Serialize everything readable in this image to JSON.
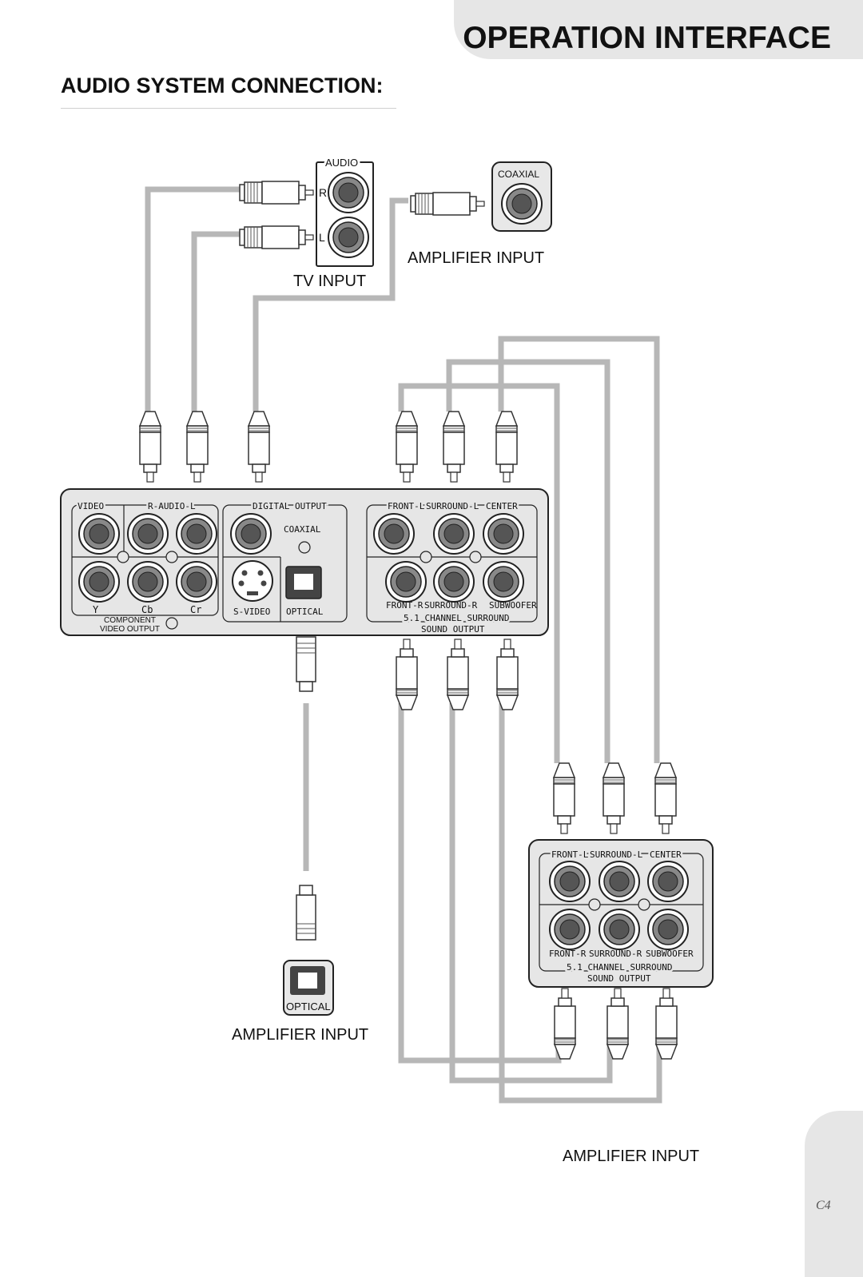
{
  "header": {
    "title": "OPERATION INTERFACE"
  },
  "section": {
    "title": "AUDIO SYSTEM CONNECTION:"
  },
  "tv_panel": {
    "group_label": "AUDIO",
    "right_label": "R",
    "left_label": "L",
    "caption": "TV INPUT"
  },
  "coaxial_amp": {
    "jack_label": "COAXIAL",
    "caption": "AMPLIFIER INPUT"
  },
  "player_panel": {
    "video": "VIDEO",
    "audio_rl": "R-AUDIO-L",
    "digital_output": "DIGITAL OUTPUT",
    "coaxial": "COAXIAL",
    "y": "Y",
    "cb": "Cb",
    "cr": "Cr",
    "component_1": "COMPONENT",
    "component_2": "VIDEO OUTPUT",
    "s_video": "S-VIDEO",
    "optical": "OPTICAL",
    "front_l": "FRONT-L",
    "surround_l": "SURROUND-L",
    "center": "CENTER",
    "front_r": "FRONT-R",
    "surround_r": "SURROUND-R",
    "subwoofer": "SUBWOOFER",
    "channel_1": "5.1 CHANNEL SURROUND",
    "channel_2": "SOUND OUTPUT"
  },
  "optical_amp": {
    "jack_label": "OPTICAL",
    "caption": "AMPLIFIER INPUT"
  },
  "surround_amp": {
    "front_l": "FRONT-L",
    "surround_l": "SURROUND-L",
    "center": "CENTER",
    "front_r": "FRONT-R",
    "surround_r": "SURROUND-R",
    "subwoofer": "SUBWOOFER",
    "channel_1": "5.1 CHANNEL SURROUND",
    "channel_2": "SOUND OUTPUT",
    "caption": "AMPLIFIER INPUT"
  },
  "footer": {
    "page_number": "C4"
  }
}
